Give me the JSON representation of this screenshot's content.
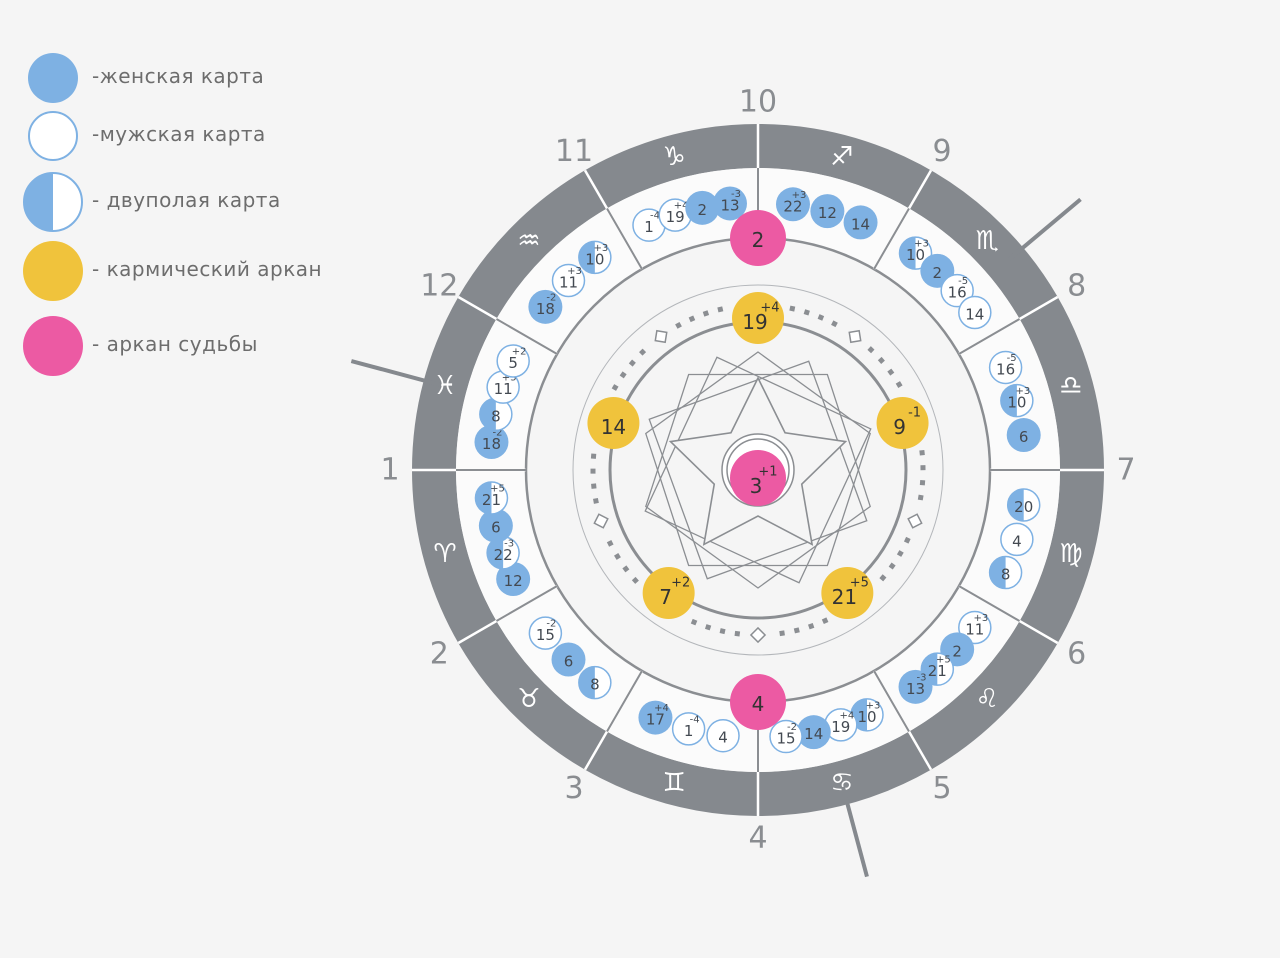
{
  "legend": [
    {
      "label": "-женская карта",
      "style": "female",
      "color": "#7eb1e3"
    },
    {
      "label": "-мужская карта",
      "style": "male",
      "color": "#7eb1e3"
    },
    {
      "label": "- двуполая карта",
      "style": "dual",
      "color": "#7eb1e3"
    },
    {
      "label": "- кармический аркан",
      "style": "karmic",
      "color": "#f0c33c"
    },
    {
      "label": "- аркан судьбы",
      "style": "destiny",
      "color": "#ec5aa3"
    }
  ],
  "colors": {
    "ring": "#85898e",
    "line": "#8b8e92",
    "text": "#6b6e72",
    "blue": "#7eb1e3",
    "yellow": "#f0c33c",
    "pink": "#ec5aa3",
    "background": "#f5f5f5"
  },
  "houses": [
    {
      "number": "1",
      "sign": "♈",
      "sign_name": "aries"
    },
    {
      "number": "2",
      "sign": "♉",
      "sign_name": "taurus"
    },
    {
      "number": "3",
      "sign": "♊",
      "sign_name": "gemini"
    },
    {
      "number": "4",
      "sign": "♋",
      "sign_name": "cancer"
    },
    {
      "number": "5",
      "sign": "♌",
      "sign_name": "leo"
    },
    {
      "number": "6",
      "sign": "♍",
      "sign_name": "virgo"
    },
    {
      "number": "7",
      "sign": "♎",
      "sign_name": "libra"
    },
    {
      "number": "8",
      "sign": "♏",
      "sign_name": "scorpio"
    },
    {
      "number": "9",
      "sign": "♐",
      "sign_name": "sagittarius"
    },
    {
      "number": "10",
      "sign": "♑",
      "sign_name": "capricorn"
    },
    {
      "number": "11",
      "sign": "♒",
      "sign_name": "aquarius"
    },
    {
      "number": "12",
      "sign": "♓",
      "sign_name": "pisces"
    }
  ],
  "cards": [
    {
      "house": "10",
      "value": "1",
      "mod": "-4",
      "type": "male"
    },
    {
      "house": "10",
      "value": "19",
      "mod": "+4",
      "type": "male"
    },
    {
      "house": "10",
      "value": "2",
      "mod": "",
      "type": "female"
    },
    {
      "house": "10",
      "value": "13",
      "mod": "-3",
      "type": "female"
    },
    {
      "house": "9",
      "value": "22",
      "mod": "+3",
      "type": "female"
    },
    {
      "house": "9",
      "value": "12",
      "mod": "",
      "type": "female"
    },
    {
      "house": "9",
      "value": "14",
      "mod": "",
      "type": "female"
    },
    {
      "house": "8",
      "value": "10",
      "mod": "+3",
      "type": "dual"
    },
    {
      "house": "8",
      "value": "2",
      "mod": "",
      "type": "female"
    },
    {
      "house": "8",
      "value": "16",
      "mod": "-5",
      "type": "male"
    },
    {
      "house": "8",
      "value": "14",
      "mod": "",
      "type": "male"
    },
    {
      "house": "7",
      "value": "16",
      "mod": "-5",
      "type": "male"
    },
    {
      "house": "7",
      "value": "10",
      "mod": "+3",
      "type": "dual"
    },
    {
      "house": "7",
      "value": "6",
      "mod": "",
      "type": "female"
    },
    {
      "house": "6",
      "value": "20",
      "mod": "",
      "type": "dual"
    },
    {
      "house": "6",
      "value": "4",
      "mod": "",
      "type": "male"
    },
    {
      "house": "6",
      "value": "8",
      "mod": "",
      "type": "dual"
    },
    {
      "house": "5",
      "value": "11",
      "mod": "+3",
      "type": "male"
    },
    {
      "house": "5",
      "value": "2",
      "mod": "",
      "type": "female"
    },
    {
      "house": "5",
      "value": "21",
      "mod": "+5",
      "type": "dual"
    },
    {
      "house": "5",
      "value": "13",
      "mod": "-3",
      "type": "female"
    },
    {
      "house": "4",
      "value": "10",
      "mod": "+3",
      "type": "dual"
    },
    {
      "house": "4",
      "value": "19",
      "mod": "+4",
      "type": "male"
    },
    {
      "house": "4",
      "value": "14",
      "mod": "",
      "type": "female"
    },
    {
      "house": "4",
      "value": "15",
      "mod": "-2",
      "type": "male"
    },
    {
      "house": "3",
      "value": "4",
      "mod": "",
      "type": "male"
    },
    {
      "house": "3",
      "value": "1",
      "mod": "-4",
      "type": "male"
    },
    {
      "house": "3",
      "value": "17",
      "mod": "+4",
      "type": "female"
    },
    {
      "house": "2",
      "value": "8",
      "mod": "",
      "type": "dual"
    },
    {
      "house": "2",
      "value": "6",
      "mod": "",
      "type": "female"
    },
    {
      "house": "2",
      "value": "15",
      "mod": "-2",
      "type": "male"
    },
    {
      "house": "1",
      "value": "12",
      "mod": "",
      "type": "female"
    },
    {
      "house": "1",
      "value": "22",
      "mod": "-3",
      "type": "dual"
    },
    {
      "house": "1",
      "value": "6",
      "mod": "",
      "type": "female"
    },
    {
      "house": "1",
      "value": "21",
      "mod": "+5",
      "type": "dual"
    },
    {
      "house": "12",
      "value": "18",
      "mod": "-2",
      "type": "female"
    },
    {
      "house": "12",
      "value": "8",
      "mod": "",
      "type": "dual"
    },
    {
      "house": "12",
      "value": "11",
      "mod": "+3",
      "type": "male"
    },
    {
      "house": "12",
      "value": "5",
      "mod": "+2",
      "type": "male"
    },
    {
      "house": "11",
      "value": "18",
      "mod": "-2",
      "type": "female"
    },
    {
      "house": "11",
      "value": "11",
      "mod": "+3",
      "type": "male"
    },
    {
      "house": "11",
      "value": "10",
      "mod": "+3",
      "type": "dual"
    }
  ],
  "destiny_arcana": [
    {
      "value": "2",
      "mod": "",
      "position": "top"
    },
    {
      "value": "4",
      "mod": "",
      "position": "bottom"
    }
  ],
  "karmic_arcana": [
    {
      "value": "19",
      "mod": "+4",
      "position": "top"
    },
    {
      "value": "9",
      "mod": "-1",
      "position": "right"
    },
    {
      "value": "21",
      "mod": "+5",
      "position": "bottom-right"
    },
    {
      "value": "7",
      "mod": "+2",
      "position": "bottom-left"
    },
    {
      "value": "14",
      "mod": "",
      "position": "left"
    }
  ],
  "center": {
    "value": "3",
    "mod": "+1",
    "type": "destiny"
  }
}
